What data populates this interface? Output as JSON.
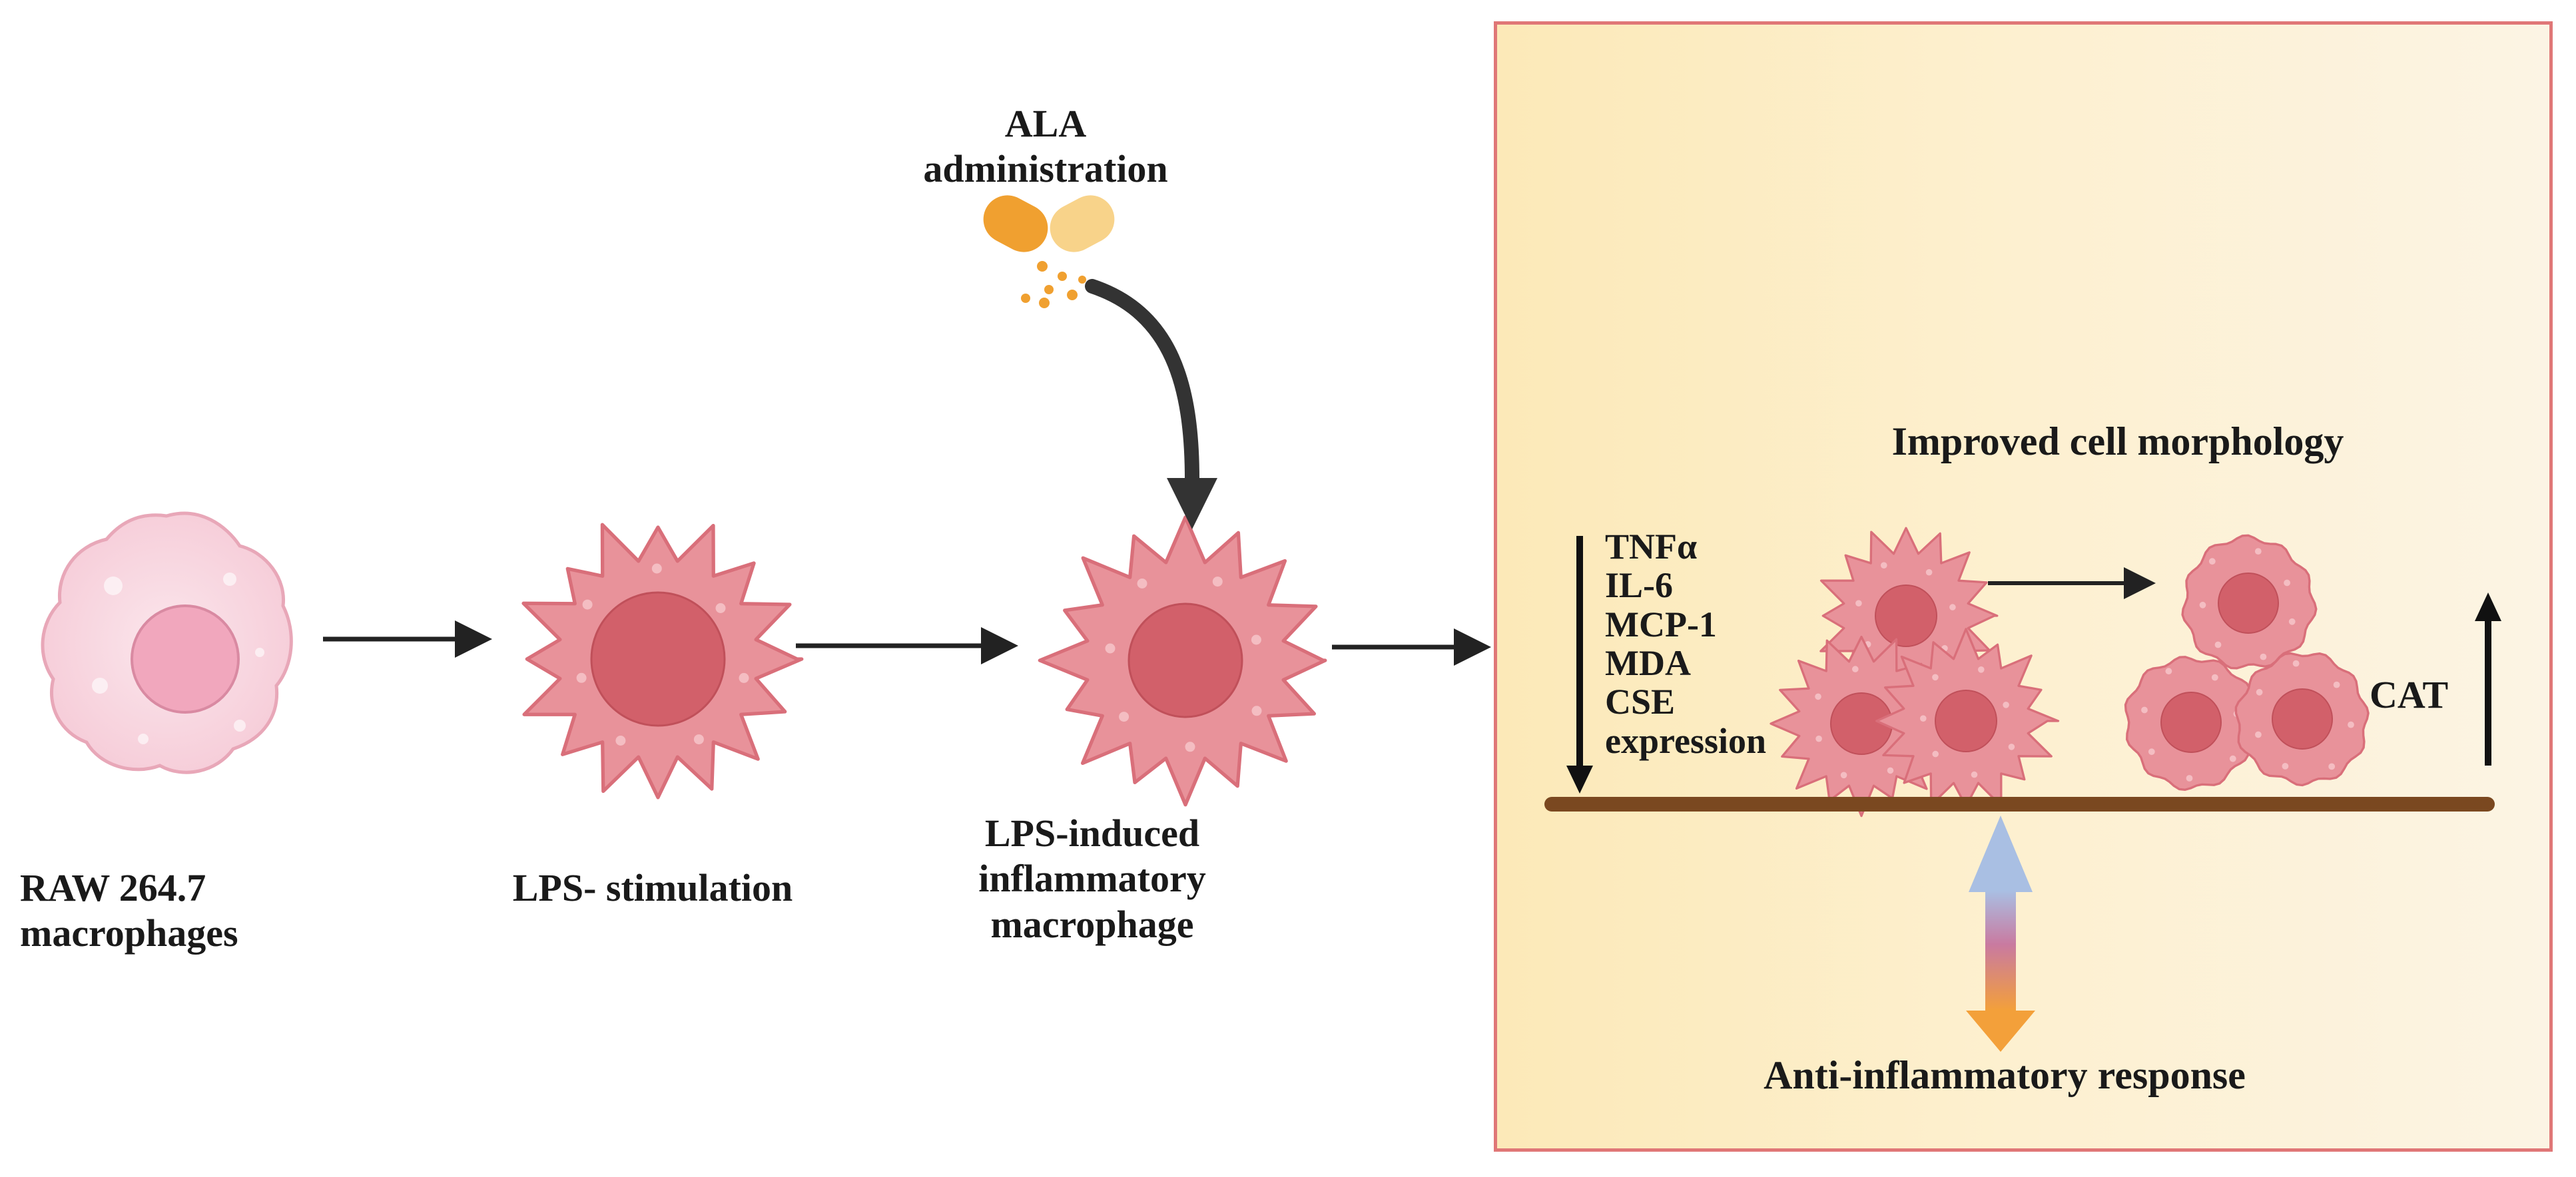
{
  "labels": {
    "raw_macrophages": "RAW 264.7\nmacrophages",
    "lps_stimulation": "LPS- stimulation",
    "lps_induced": "LPS-induced\ninflammatory\nmacrophage",
    "ala_administration": "ALA\nadministration",
    "improved_morphology": "Improved cell morphology",
    "markers": "TNFα\nIL-6\nMCP-1\nMDA\nCSE\nexpression",
    "cat": "CAT",
    "anti_inflammatory": "Anti-inflammatory response"
  },
  "colors": {
    "panel_border": "#e07777",
    "panel_bg_left": "#fce9b8",
    "panel_bg_right": "#fcf4e4",
    "resting_cell": "#f9dde5",
    "resting_nucleus": "#f1a7bd",
    "activated_cell": "#e8929a",
    "activated_nucleus": "#d2606a",
    "capsule_orange": "#f0a030",
    "capsule_light": "#f8d38a",
    "balance_beam": "#7a4820",
    "fulcrum": "#a9bfe3",
    "arrow_dark": "#222222"
  },
  "icons": [
    "capsule-icon",
    "powder-dots-icon"
  ]
}
